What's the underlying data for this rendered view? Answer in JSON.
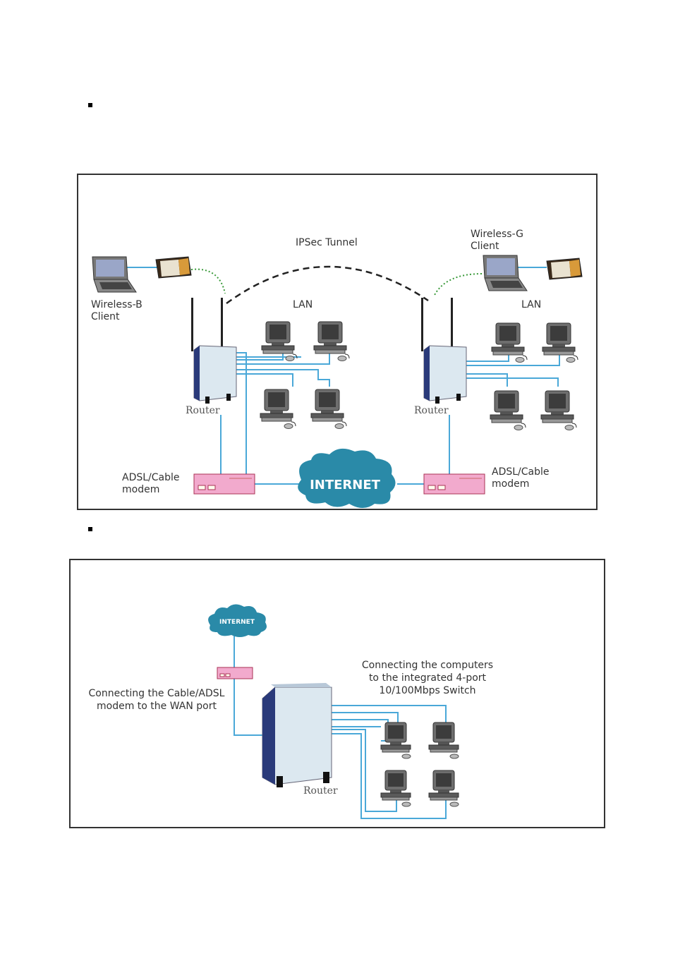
{
  "diagram1": {
    "tunnel_label": "IPSec Tunnel",
    "wireless_b_label": [
      "Wireless-B",
      "Client"
    ],
    "wireless_g_label": [
      "Wireless-G",
      "Client"
    ],
    "lan_left": "LAN",
    "lan_right": "LAN",
    "router_left": "Router",
    "router_right": "Router",
    "modem_left": [
      "ADSL/Cable",
      "modem"
    ],
    "modem_right": [
      "ADSL/Cable",
      "modem"
    ],
    "internet": "INTERNET"
  },
  "diagram2": {
    "internet": "INTERNET",
    "wan_label": [
      "Connecting the Cable/ADSL",
      "modem to the WAN port"
    ],
    "switch_label": [
      "Connecting the computers",
      "to the integrated 4-port",
      "10/100Mbps Switch"
    ],
    "router": "Router"
  },
  "colors": {
    "link": "#4aa8d8",
    "cloud": "#2a8aa8",
    "modem": "#f2aacd",
    "router_body": "#dce8f0",
    "router_side": "#2a3a7a"
  }
}
